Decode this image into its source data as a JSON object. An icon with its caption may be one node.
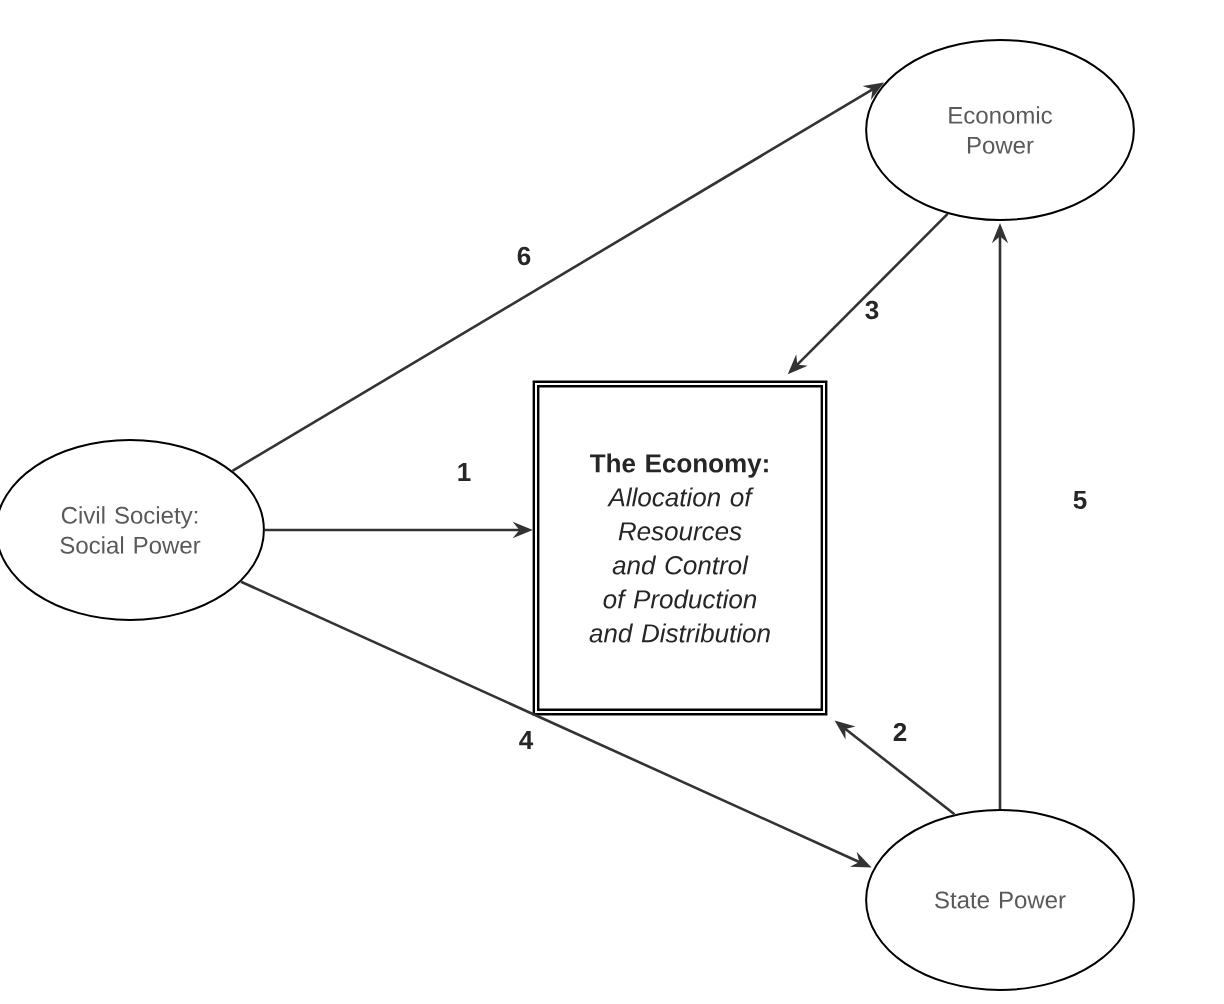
{
  "diagram": {
    "nodes": [
      {
        "text": [
          "Economic Power"
        ]
      },
      {
        "text": [
          "Civil Society: Social Power"
        ]
      },
      {
        "text": [
          "The Economy:",
          "Allocation of Resources and Control of Production and Distribution"
        ]
      },
      {
        "text": [
          "State Power"
        ]
      }
    ],
    "edges": [
      {
        "from": 1,
        "to": 0,
        "arrow": "to",
        "label": "6"
      },
      {
        "from": 0,
        "to": 2,
        "arrow": "to",
        "label": "3"
      },
      {
        "from": 1,
        "to": 2,
        "arrow": "to",
        "label": "1"
      },
      {
        "from": 3,
        "to": 0,
        "arrow": "to",
        "label": "5"
      },
      {
        "from": 1,
        "to": 3,
        "arrow": "to",
        "label": "4"
      },
      {
        "from": 3,
        "to": 2,
        "arrow": "to",
        "label": "2"
      }
    ]
  }
}
